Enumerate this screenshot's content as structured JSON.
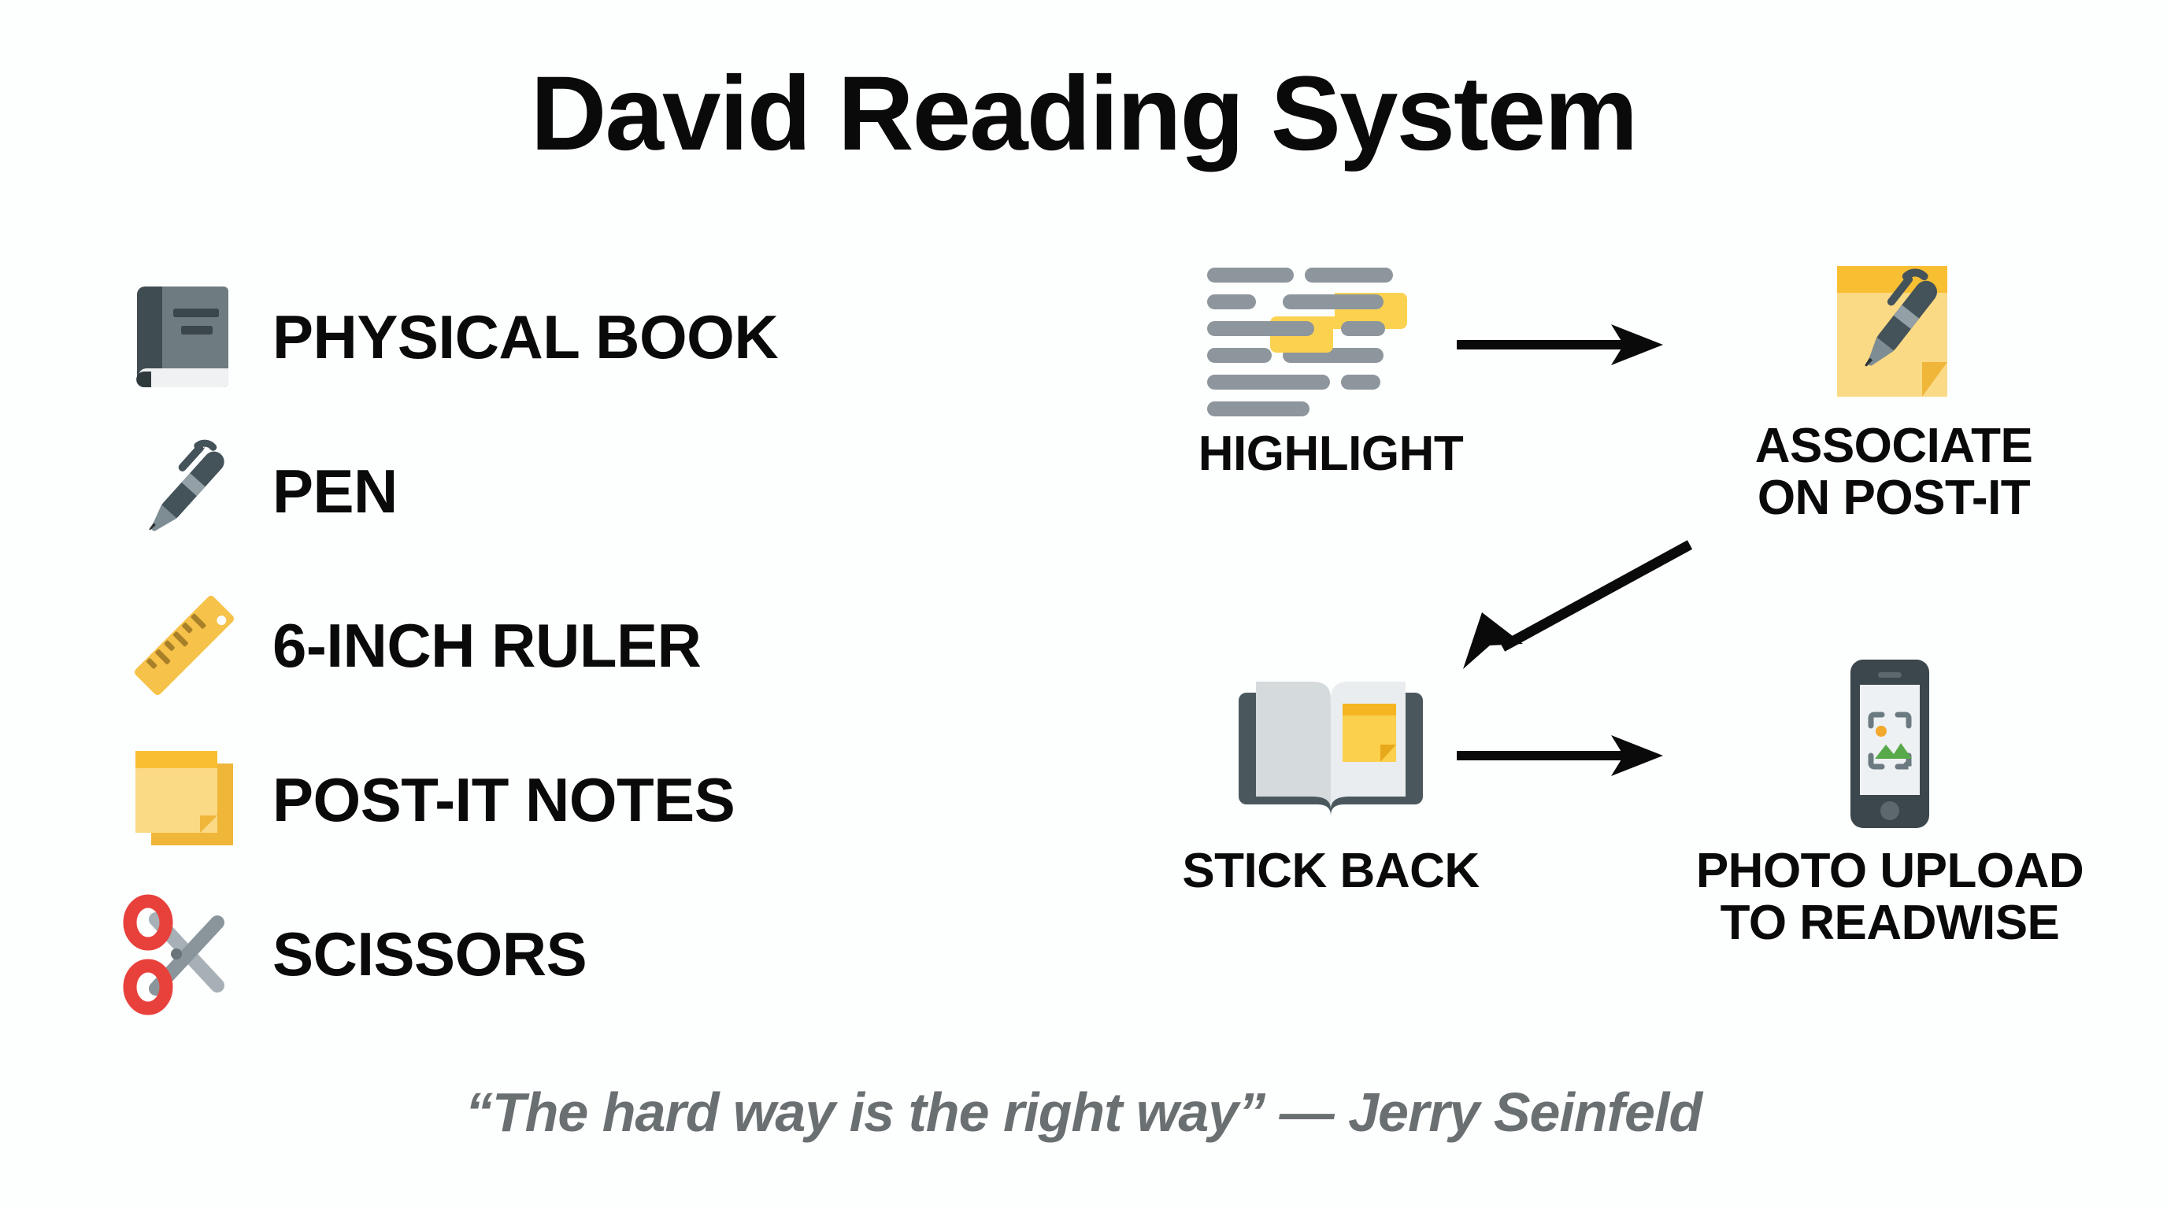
{
  "title": "David Reading System",
  "supplies": {
    "heading_hidden": "",
    "items": [
      {
        "label": "PHYSICAL BOOK",
        "icon": "closed-book-icon"
      },
      {
        "label": "PEN",
        "icon": "pen-icon"
      },
      {
        "label": "6-INCH RULER",
        "icon": "ruler-icon"
      },
      {
        "label": "POST-IT NOTES",
        "icon": "sticky-notes-icon"
      },
      {
        "label": "SCISSORS",
        "icon": "scissors-icon"
      }
    ]
  },
  "workflow": {
    "steps": [
      {
        "id": "highlight",
        "label": "HIGHLIGHT",
        "icon": "highlighted-text-icon"
      },
      {
        "id": "associate",
        "label": "ASSOCIATE\nON POST-IT",
        "icon": "note-and-pen-icon"
      },
      {
        "id": "stick",
        "label": "STICK BACK",
        "icon": "open-book-with-note-icon"
      },
      {
        "id": "photo",
        "label": "PHOTO UPLOAD\nTO READWISE",
        "icon": "phone-photo-icon"
      }
    ],
    "arrows": [
      {
        "id": "highlight-to-associate",
        "direction": "right"
      },
      {
        "id": "associate-to-stick",
        "direction": "down-left"
      },
      {
        "id": "stick-to-photo",
        "direction": "right"
      }
    ]
  },
  "quote": {
    "text": "“The hard way is the right way” — Jerry Seinfeld",
    "attribution": "Jerry Seinfeld"
  },
  "colors": {
    "background": "#fdfefe",
    "text_primary": "#0a0a0a",
    "quote_gray": "#6a6f72",
    "accent_yellow": "#fbd04d",
    "accent_amber": "#f5b521",
    "slate_dark": "#3f4c52",
    "slate_mid": "#6b7a80",
    "gray_line": "#8d969c",
    "red": "#e8413c",
    "green": "#57a94a"
  }
}
